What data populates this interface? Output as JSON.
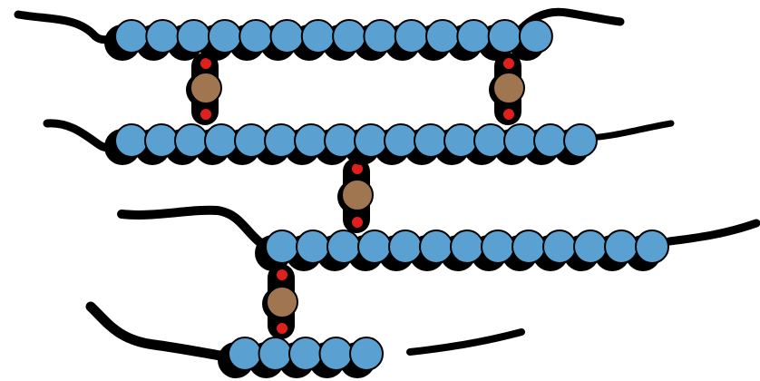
{
  "colors": {
    "background": "#ffffff",
    "bead": "#5aa0d0",
    "bead_shadow": "#000000",
    "tail": "#000000",
    "link_node": "#a07650",
    "link_dot": "#e0201c"
  },
  "structure": {
    "chains": [
      {
        "id": "chain-1",
        "bead_count": 14
      },
      {
        "id": "chain-2",
        "bead_count": 16
      },
      {
        "id": "chain-3",
        "bead_count": 13
      },
      {
        "id": "chain-4",
        "bead_count": 5
      }
    ],
    "crosslinks": [
      {
        "id": "crosslink-1",
        "from": "chain-1",
        "to": "chain-2"
      },
      {
        "id": "crosslink-2",
        "from": "chain-1",
        "to": "chain-2"
      },
      {
        "id": "crosslink-3",
        "from": "chain-2",
        "to": "chain-3"
      },
      {
        "id": "crosslink-4",
        "from": "chain-3",
        "to": "chain-4"
      }
    ]
  }
}
